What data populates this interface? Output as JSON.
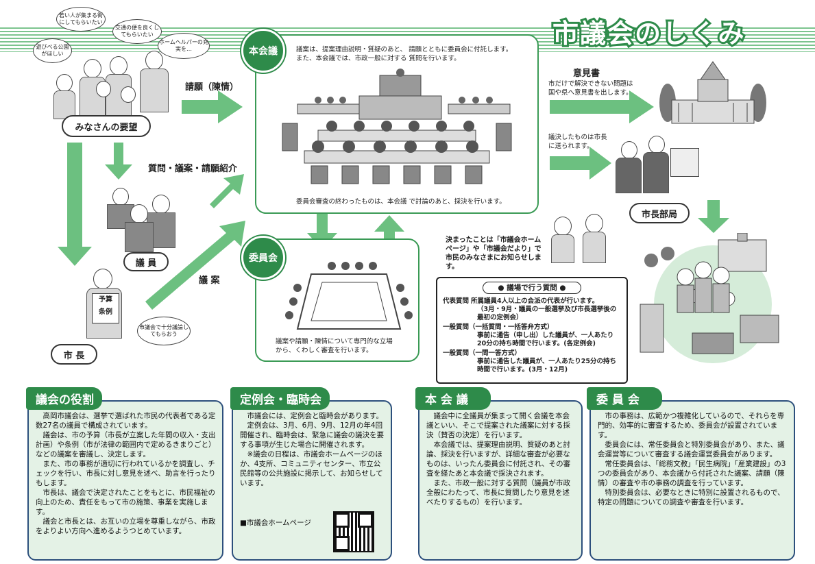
{
  "title": "市議会のしくみ",
  "residents": {
    "label": "みなさんの要望",
    "bubble1": "若い人が集まる街にしてもらいたい",
    "bubble2": "交通の便を良くしてもらいたい",
    "bubble3": "遊びべる公園がほしい",
    "bubble4": "ホームヘルパーの充実を…"
  },
  "flow": {
    "petition": "請願（陳情）",
    "questions": "質問・議案・請願紹介",
    "bill": "議 案",
    "opinion_title": "意見書",
    "opinion_text": "市だけで解決できない問題は国や県へ意見書を出します。",
    "sent_text": "議決したものは市長に送られます。",
    "announce": "決まったことは「市議会ホームページ」や「市議会だより」で市民のみなさまにお知らせします。"
  },
  "plenary": {
    "badge": "本会議",
    "text1": "議案は、提案理由説明・質疑のあと、 請願とともに委員会に付託します。",
    "text2": "また、本会議では、市政一般に対する 質問を行います。",
    "text3": "委員会審査の終わったものは、本会議 で討論のあと、採決を行います。"
  },
  "committee": {
    "badge": "委員会",
    "text": "議案や請願・陳情について専門的な立場から、くわしく審査を行います。"
  },
  "people": {
    "members": "議 員",
    "mayor": "市 長",
    "mayor_bubble": "市議会で十分議論してもらおう",
    "mayor_sign1": "予算",
    "mayor_sign2": "条例",
    "mayor_office": "市長部局"
  },
  "question_box": {
    "title": "議場で行う質問",
    "rows": [
      {
        "head": "代表質問",
        "body": "所属議員4人以上の会派の代表が行います。",
        "note": "（3月・9月・議員の一般選挙及び市長選挙後の最初の定例会）"
      },
      {
        "head": "一般質問（一括質問・一括答弁方式）",
        "body": "事前に通告（申し出）した議員が、一人あたり20分の持ち時間で行います。(各定例会)",
        "note": ""
      },
      {
        "head": "一般質問（一問一答方式）",
        "body": "事前に通告した議員が、一人あたり25分の持ち時間で行います。(3月・12月)",
        "note": ""
      }
    ]
  },
  "sections": {
    "role": {
      "title": "議会の役割",
      "paras": [
        "高岡市議会は、選挙で選ばれた市民の代表者である定数27名の議員で構成されています。",
        "議会は、市の予算（市長が立案した年間の収入・支出計画）や条例（市が法律の範囲内で定めるきまりごと）などの議案を審議し、決定します。",
        "また、市の事務が適切に行われているかを調査し、チェックを行い、市長に対し意見を述べ、助言を行ったりもします。",
        "市長は、議会で決定されたことをもとに、市民福祉の向上のため、責任をもって市の施策、事業を実施します。",
        "議会と市長とは、お互いの立場を尊重しながら、市政をよりよい方向へ進めるようつとめています。"
      ]
    },
    "sessions": {
      "title": "定例会・臨時会",
      "paras": [
        "市議会には、定例会と臨時会があります。",
        "定例会は、3月、6月、9月、12月の年4回開催され、臨時会は、緊急に議会の議決を要する事項が生じた場合に開催されます。",
        "※議会の日程は、市議会ホームページのほか、4支所、コミュニティセンター、市立公民館等の公共施設に掲示して、お知らせしています。"
      ],
      "homepage": "■市議会ホームページ"
    },
    "plenary": {
      "title": "本 会 議",
      "paras": [
        "議会中に全議員が集まって開く会議を本会議といい、そこで提案された議案に対する採決（賛否の決定）を行います。",
        "本会議では、提案理由説明、質疑のあと討論、採決を行いますが、詳細な審査が必要なものは、いったん委員会に付託され、その審査を経たあと本会議で採決されます。",
        "また、市政一般に対する質問（議員が市政全般にわたって、市長に質問したり意見を述べたりするもの）を行います。"
      ]
    },
    "committee": {
      "title": "委 員 会",
      "paras": [
        "市の事務は、広範かつ複雑化しているので、それらを専門的、効率的に審査するため、委員会が設置されています。",
        "委員会には、常任委員会と特別委員会があり、また、議会運営等について審査する議会運営委員会があります。",
        "常任委員会は、「総務文教」「民生病院」「産業建設」の3つの委員会があり、本会議から付託された議案、請願（陳情）の審査や市の事務の調査を行っています。",
        "特別委員会は、必要なときに特別に設置されるもので、特定の問題についての調査や審査を行います。"
      ]
    }
  },
  "colors": {
    "accent": "#2e8b4a",
    "arrow": "#6cc080",
    "panel": "#e4f2e6",
    "panel_border": "#2c4f7c"
  }
}
